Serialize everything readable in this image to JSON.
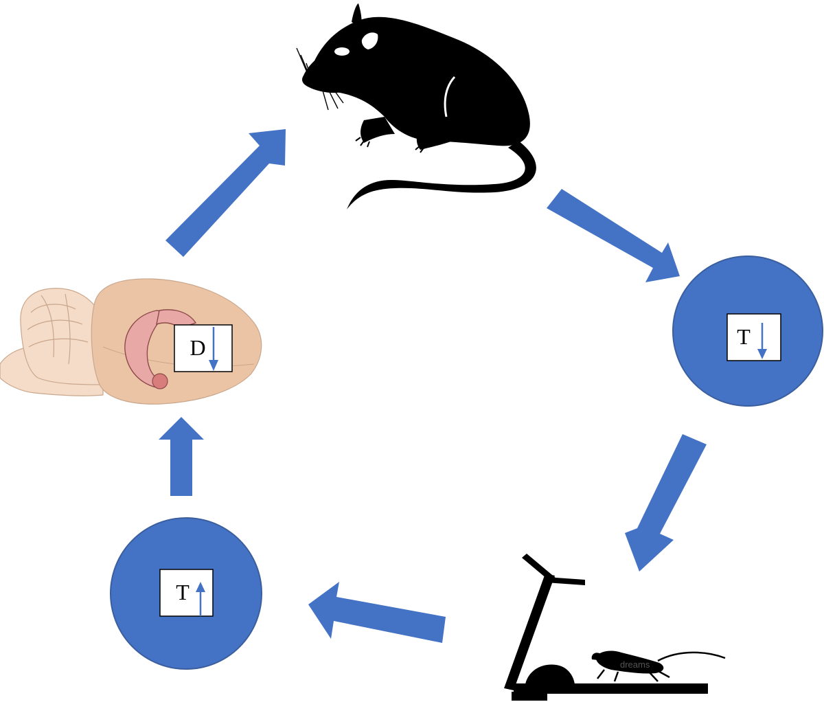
{
  "colors": {
    "arrow": "#4472C4",
    "circle": "#4472C4",
    "circle_stroke": "#3A5E9E",
    "silhouette": "#000000",
    "brain_skin": "#F4DCC8",
    "brain_dark": "#EBC4A6",
    "hippocampus": "#E8A9A6",
    "amygdala": "#D97C7C"
  },
  "nodes": {
    "rat": {
      "icon": "rat-silhouette-icon"
    },
    "testosterone_low": {
      "label": "T",
      "direction": "down"
    },
    "treadmill": {
      "icon": "treadmill-with-running-rat-icon",
      "watermark": "dreams"
    },
    "testosterone_high": {
      "label": "T",
      "direction": "up"
    },
    "brain": {
      "icon": "rat-brain-icon",
      "label": "D",
      "direction": "down"
    }
  },
  "edges": [
    {
      "from": "rat",
      "to": "testosterone_low"
    },
    {
      "from": "testosterone_low",
      "to": "treadmill"
    },
    {
      "from": "treadmill",
      "to": "testosterone_high"
    },
    {
      "from": "testosterone_high",
      "to": "brain"
    },
    {
      "from": "brain",
      "to": "rat"
    }
  ]
}
